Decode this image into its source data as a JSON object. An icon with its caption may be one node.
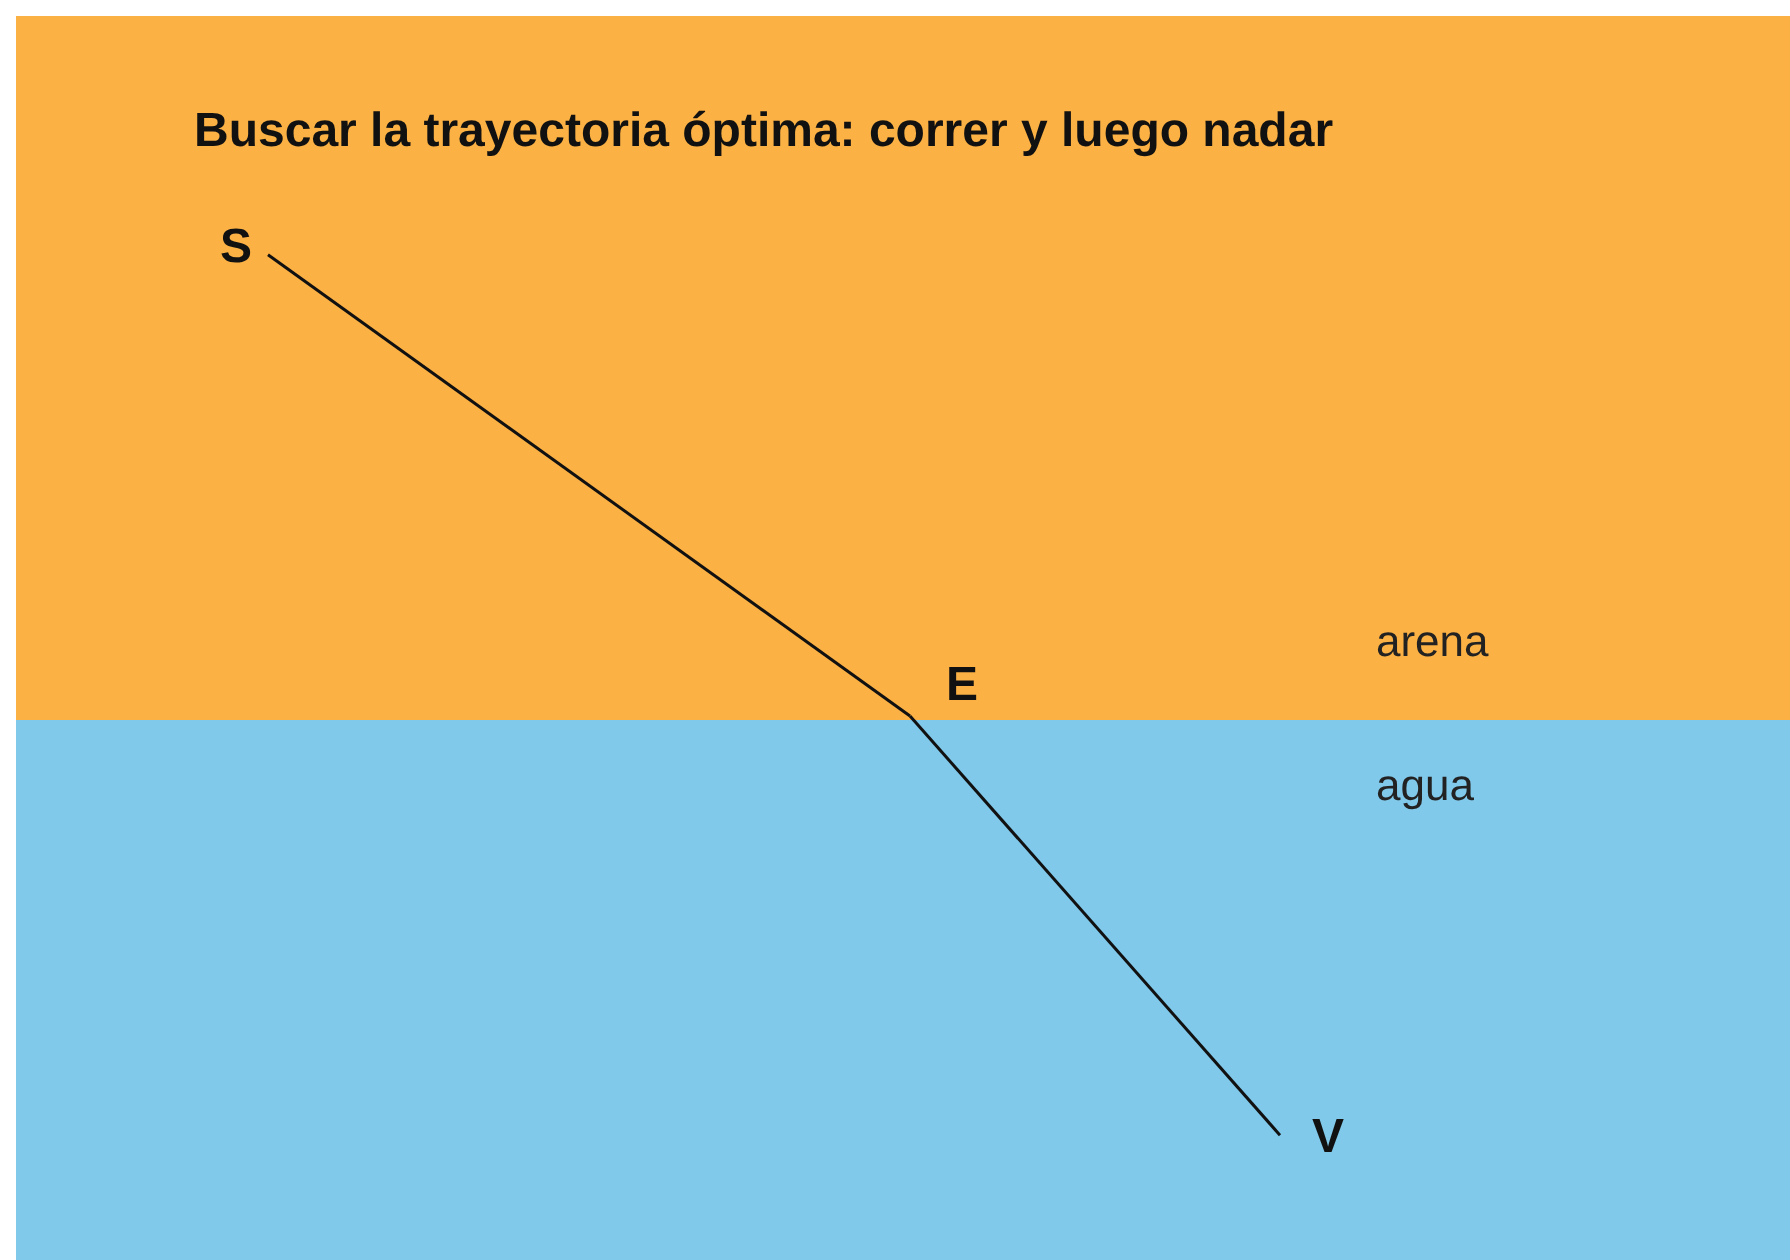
{
  "diagram": {
    "title": "Buscar la trayectoria óptima: correr y luego nadar",
    "nodes": [
      {
        "text": [
          "arena"
        ]
      },
      {
        "text": [
          "agua"
        ]
      },
      {
        "text": [
          "S"
        ],
        "in": 0
      },
      {
        "text": [
          "E"
        ],
        "in": 0
      },
      {
        "text": [
          "V"
        ],
        "in": 1
      }
    ],
    "edges": [
      {
        "from": 2,
        "to": 3,
        "arrow": "none"
      },
      {
        "from": 3,
        "to": 4,
        "arrow": "none"
      }
    ]
  }
}
